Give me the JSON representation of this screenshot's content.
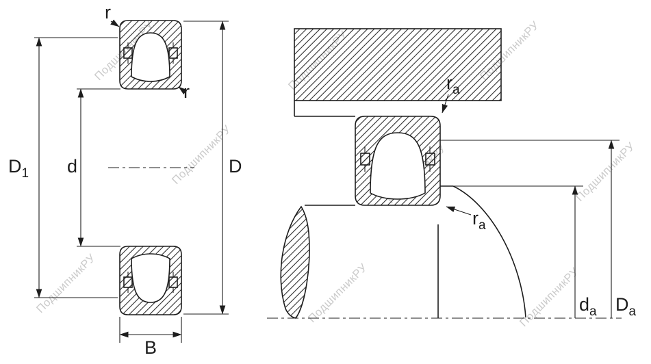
{
  "diagram": {
    "left_view": {
      "dim_D1": {
        "base": "D",
        "sub": "1"
      },
      "dim_d": "d",
      "dim_D": "D",
      "dim_B": "B",
      "radius_top": "r",
      "radius_inner": "r"
    },
    "right_view": {
      "fillet_top": {
        "base": "r",
        "sub": "a"
      },
      "fillet_bottom": {
        "base": "r",
        "sub": "a"
      },
      "dim_da": {
        "base": "d",
        "sub": "a"
      },
      "dim_Da": {
        "base": "D",
        "sub": "a"
      }
    }
  },
  "watermark": {
    "text": "ПодшипникРУ",
    "color": "#cbcbcb"
  },
  "colors": {
    "line": "#1d1d1d",
    "background": "#ffffff"
  }
}
